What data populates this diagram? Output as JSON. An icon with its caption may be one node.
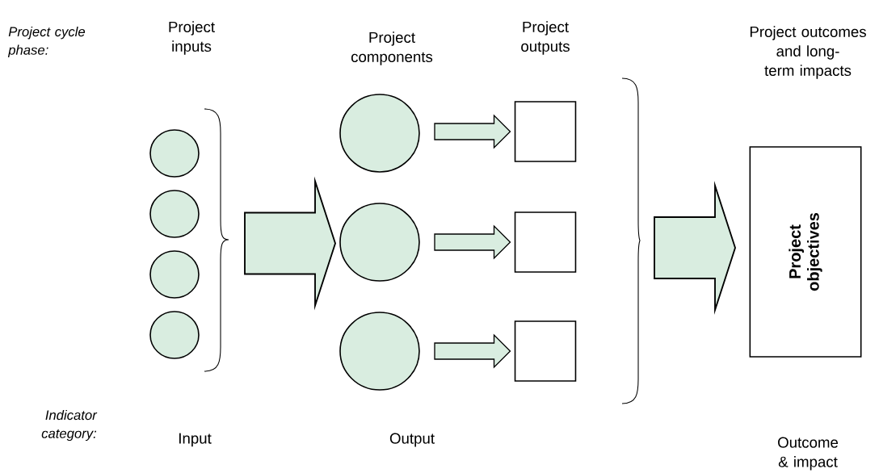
{
  "diagram": {
    "nodes": [
      {
        "text": [],
        "shape": "circle"
      },
      {
        "text": [],
        "shape": "circle"
      },
      {
        "text": [],
        "shape": "circle"
      },
      {
        "text": [],
        "shape": "circle"
      },
      {
        "text": [],
        "shape": "circle"
      },
      {
        "text": [],
        "shape": "circle"
      },
      {
        "text": [],
        "shape": "circle"
      },
      {
        "text": [],
        "shape": "box"
      },
      {
        "text": [],
        "shape": "box"
      },
      {
        "text": [],
        "shape": "box"
      },
      {
        "text": [
          "Project objectives"
        ]
      }
    ],
    "edges": [
      {
        "from": 0,
        "to": 5,
        "arrow": "to",
        "style": "thick"
      },
      {
        "from": 1,
        "to": 5,
        "arrow": "to",
        "style": "thick"
      },
      {
        "from": 2,
        "to": 5,
        "arrow": "to",
        "style": "thick"
      },
      {
        "from": 3,
        "to": 5,
        "arrow": "to",
        "style": "thick"
      },
      {
        "from": 4,
        "to": 7,
        "arrow": "to"
      },
      {
        "from": 5,
        "to": 8,
        "arrow": "to"
      },
      {
        "from": 6,
        "to": 9,
        "arrow": "to"
      },
      {
        "from": 7,
        "to": 10,
        "arrow": "to",
        "style": "thick"
      },
      {
        "from": 8,
        "to": 10,
        "arrow": "to",
        "style": "thick"
      },
      {
        "from": 9,
        "to": 10,
        "arrow": "to",
        "style": "thick"
      }
    ],
    "labels": [
      "Project cycle phase:",
      "Project inputs",
      "Project components",
      "Project outputs",
      "Project outcomes and long-term impacts",
      "Indicator category:",
      "Input",
      "Output",
      "Outcome & impact"
    ]
  }
}
